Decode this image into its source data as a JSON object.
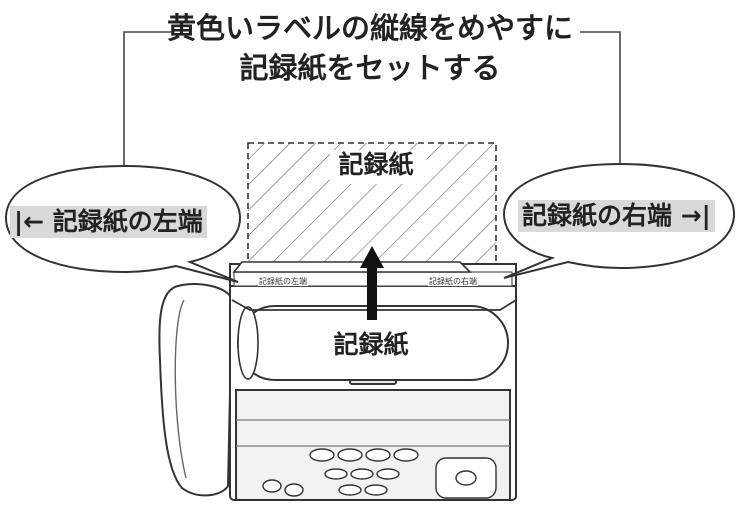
{
  "instruction": {
    "line1": "黄色いラベルの縦線をめやすに",
    "line2": "記録紙をセットする"
  },
  "paper": {
    "top_label": "記録紙",
    "roll_label": "記録紙"
  },
  "callouts": {
    "left_edge": "|← 記録紙の左端",
    "right_edge": "記録紙の右端 →|"
  },
  "yellow_label": {
    "left_text": "記録紙の左端",
    "right_text": "記録紙の右端"
  },
  "colors": {
    "line": "#333333",
    "highlight": "#d9d9d9"
  },
  "icons": {
    "arrow": "up-arrow-icon",
    "handset": "phone-handset-icon"
  }
}
